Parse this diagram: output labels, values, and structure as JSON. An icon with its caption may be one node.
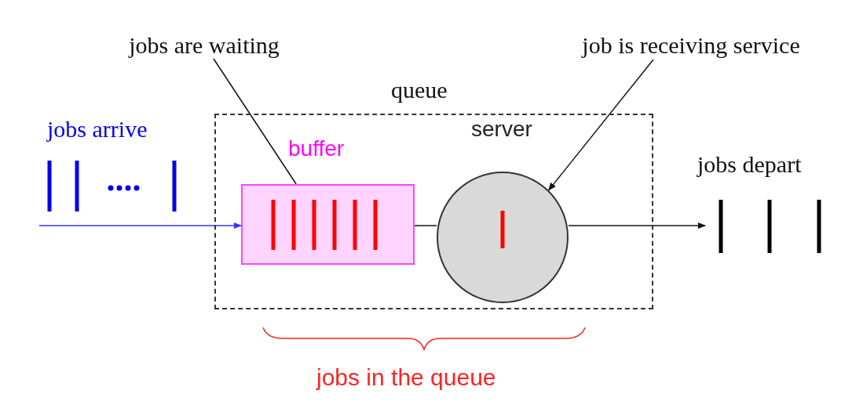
{
  "diagram": {
    "nodes": [
      {
        "text": [
          "queue"
        ]
      },
      {
        "text": [
          "buffer"
        ],
        "in": 0
      },
      {
        "text": [
          "server"
        ],
        "in": 0
      },
      {
        "text": [
          "jobs depart"
        ]
      },
      {
        "text": [
          "jobs are waiting"
        ]
      },
      {
        "text": [
          "job is receiving service"
        ]
      }
    ],
    "edges": [
      {
        "from": null,
        "to": 1,
        "arrow": "to",
        "color": "#3333ff"
      },
      {
        "from": 1,
        "to": 2,
        "arrow": "none"
      },
      {
        "from": 2,
        "to": 3,
        "arrow": "to"
      },
      {
        "from": 4,
        "to": 1,
        "arrow": "none"
      },
      {
        "from": 5,
        "to": 2,
        "arrow": "to"
      }
    ],
    "labels": [
      "jobs arrive",
      "jobs in the queue"
    ]
  }
}
